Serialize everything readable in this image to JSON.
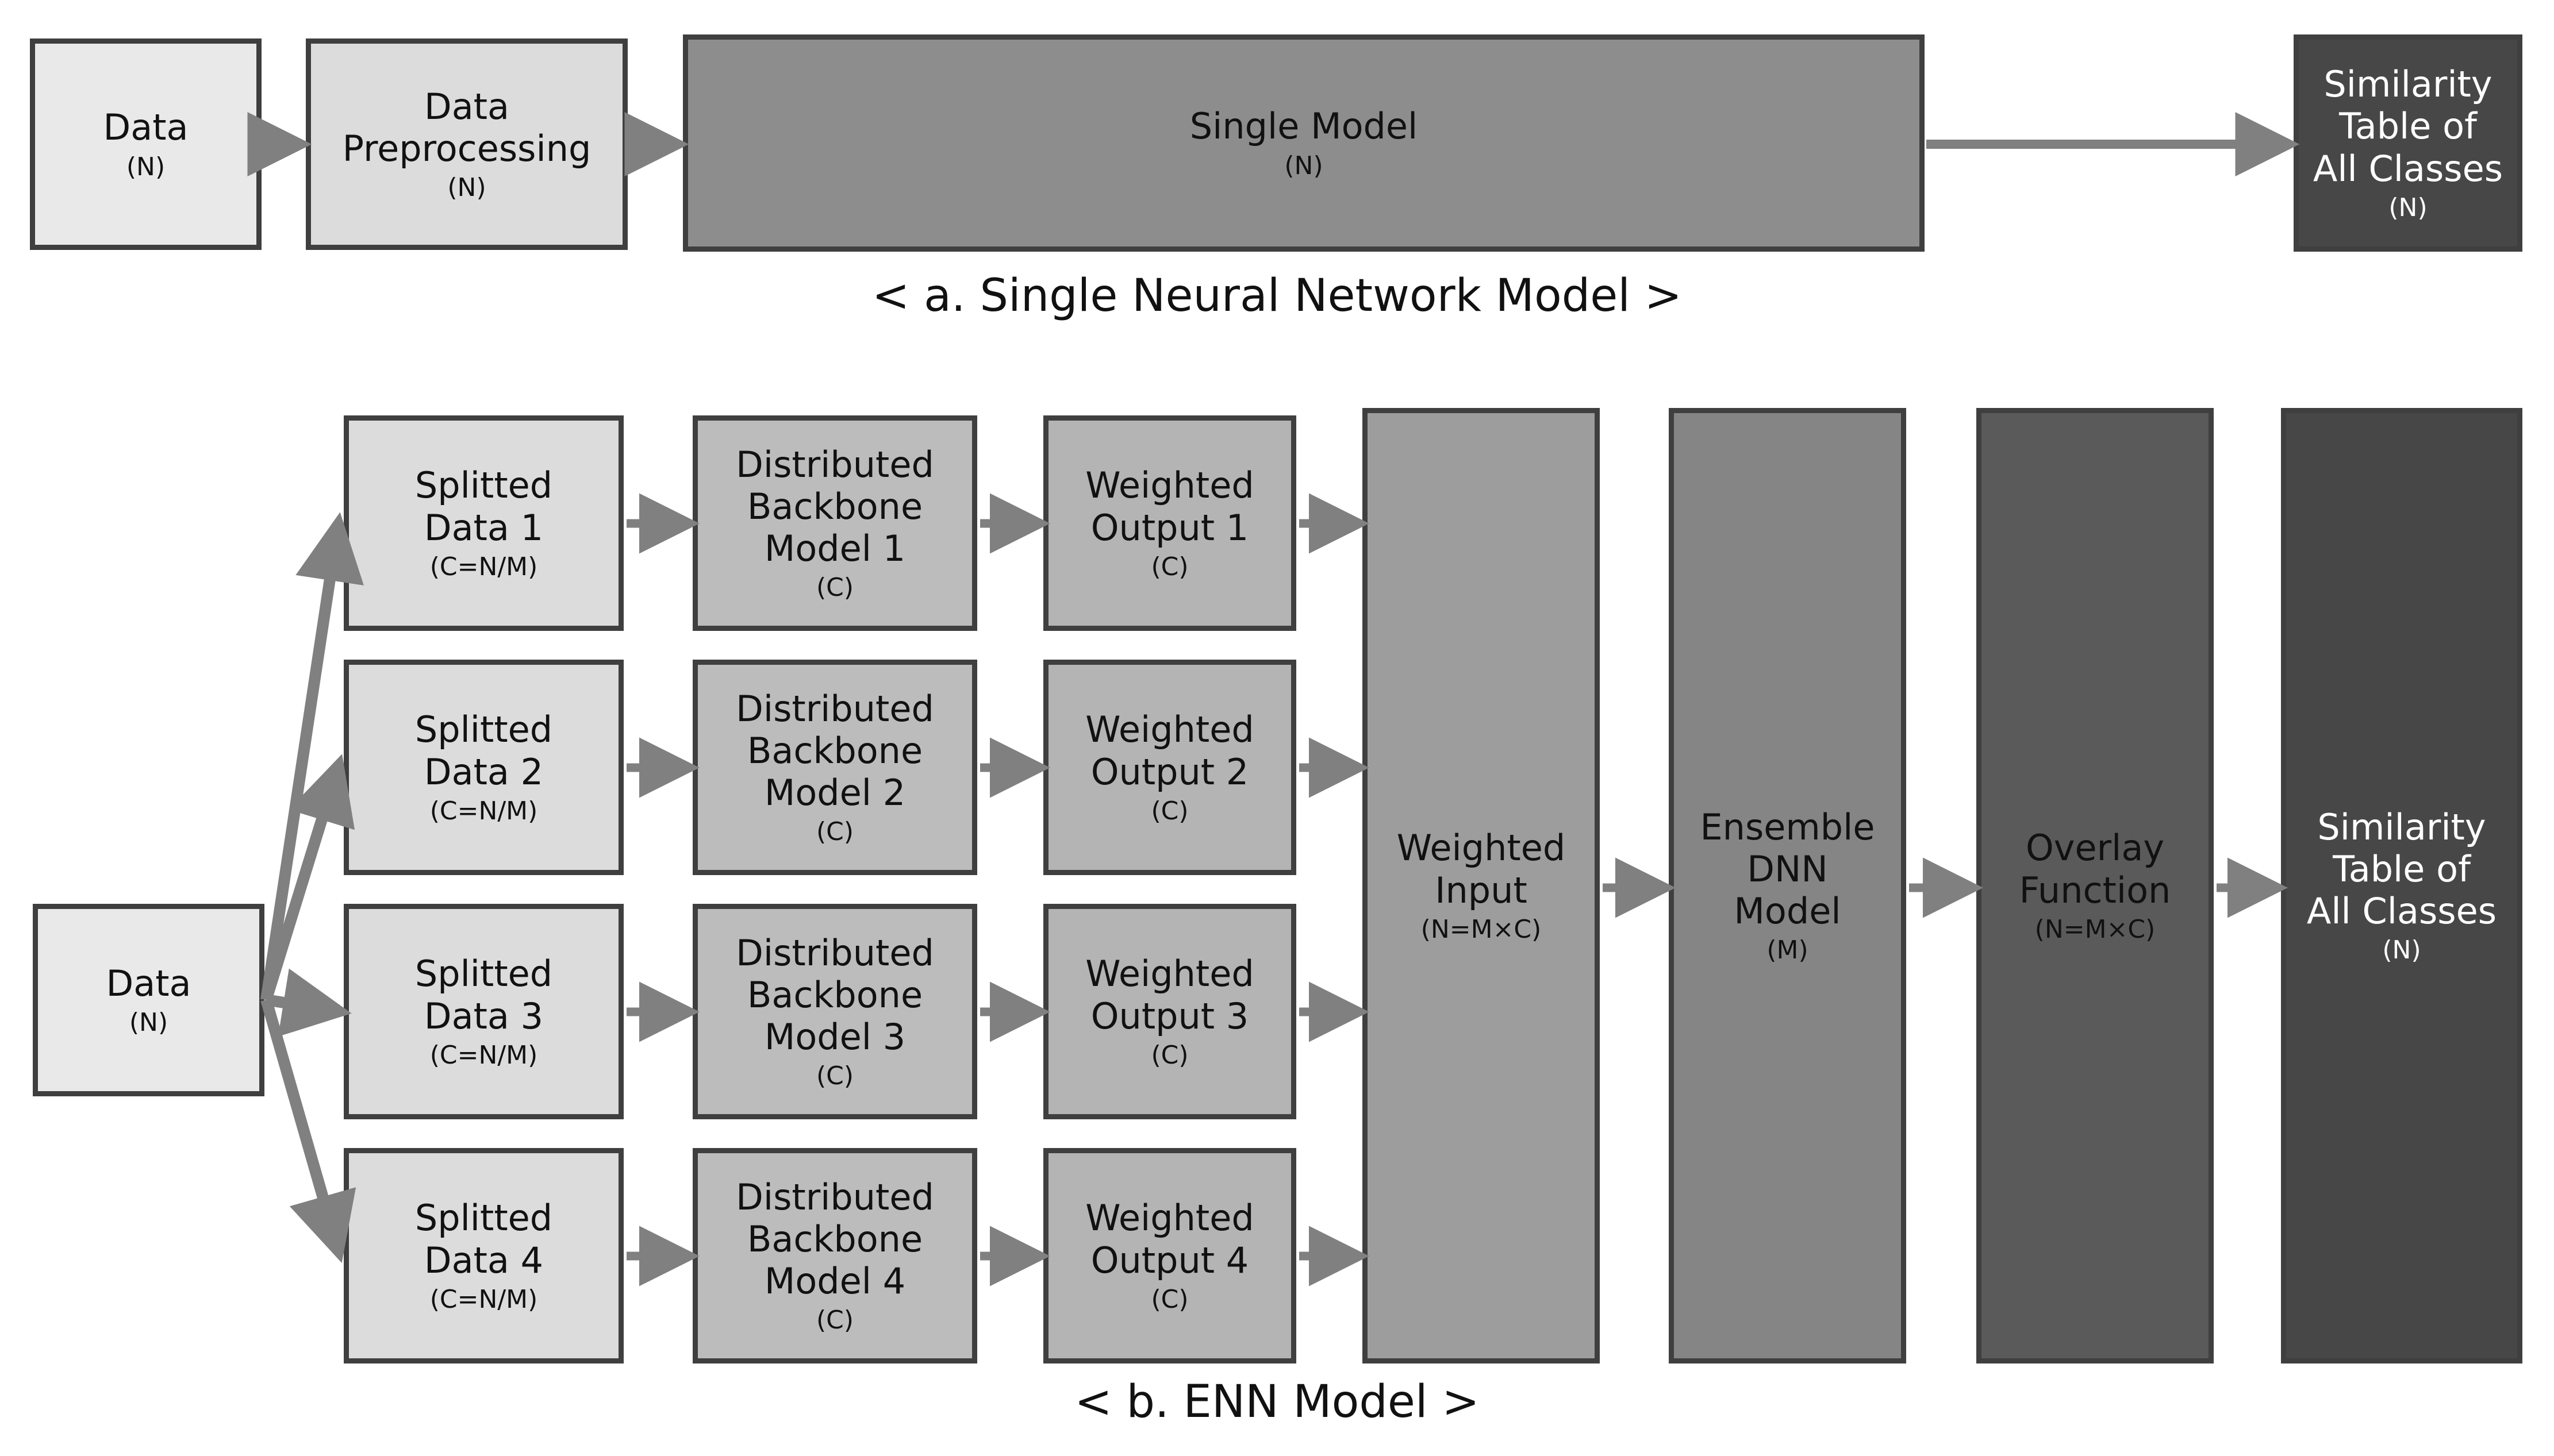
{
  "figure": {
    "type": "flow-diagram",
    "background": "#ffffff",
    "border_color": "#3f3f3f",
    "arrow_color": "#808080",
    "fills": {
      "lightest": "#e9e9e9",
      "light": "#dcdcdc",
      "medium_light": "#bcbcbc",
      "medium": "#8d8d8d",
      "medium_dark": "#808080",
      "dark": "#5a5a5a",
      "darkest": "#474747"
    }
  },
  "panel_a": {
    "caption": "< a. Single Neural Network Model >",
    "nodes": [
      {
        "id": "a-data",
        "title": "Data",
        "sub": "(N)",
        "fill": "#e9e9e9",
        "text": "dark"
      },
      {
        "id": "a-preprocess",
        "title": "Data\nPreprocessing",
        "sub": "(N)",
        "fill": "#dcdcdc",
        "text": "dark"
      },
      {
        "id": "a-single-model",
        "title": "Single Model",
        "sub": "(N)",
        "fill": "#8d8d8d",
        "text": "dark"
      },
      {
        "id": "a-similarity",
        "title": "Similarity\nTable of\nAll Classes",
        "sub": "(N)",
        "fill": "#474747",
        "text": "light"
      }
    ]
  },
  "panel_b": {
    "caption": "< b. ENN Model >",
    "source": {
      "id": "b-data",
      "title": "Data",
      "sub": "(N)",
      "fill": "#e9e9e9",
      "text": "dark"
    },
    "splitted": [
      {
        "id": "b-split-1",
        "title": "Splitted\nData 1",
        "sub": "(C=N/M)",
        "fill": "#dcdcdc",
        "text": "dark"
      },
      {
        "id": "b-split-2",
        "title": "Splitted\nData 2",
        "sub": "(C=N/M)",
        "fill": "#dcdcdc",
        "text": "dark"
      },
      {
        "id": "b-split-3",
        "title": "Splitted\nData 3",
        "sub": "(C=N/M)",
        "fill": "#dcdcdc",
        "text": "dark"
      },
      {
        "id": "b-split-4",
        "title": "Splitted\nData 4",
        "sub": "(C=N/M)",
        "fill": "#dcdcdc",
        "text": "dark"
      }
    ],
    "backbones": [
      {
        "id": "b-backbone-1",
        "title": "Distributed\nBackbone\nModel 1",
        "sub": "(C)",
        "fill": "#bcbcbc",
        "text": "dark"
      },
      {
        "id": "b-backbone-2",
        "title": "Distributed\nBackbone\nModel 2",
        "sub": "(C)",
        "fill": "#bcbcbc",
        "text": "dark"
      },
      {
        "id": "b-backbone-3",
        "title": "Distributed\nBackbone\nModel 3",
        "sub": "(C)",
        "fill": "#bcbcbc",
        "text": "dark"
      },
      {
        "id": "b-backbone-4",
        "title": "Distributed\nBackbone\nModel 4",
        "sub": "(C)",
        "fill": "#bcbcbc",
        "text": "dark"
      }
    ],
    "outputs": [
      {
        "id": "b-output-1",
        "title": "Weighted\nOutput 1",
        "sub": "(C)",
        "fill": "#b4b4b4",
        "text": "dark"
      },
      {
        "id": "b-output-2",
        "title": "Weighted\nOutput 2",
        "sub": "(C)",
        "fill": "#b4b4b4",
        "text": "dark"
      },
      {
        "id": "b-output-3",
        "title": "Weighted\nOutput 3",
        "sub": "(C)",
        "fill": "#b4b4b4",
        "text": "dark"
      },
      {
        "id": "b-output-4",
        "title": "Weighted\nOutput 4",
        "sub": "(C)",
        "fill": "#b4b4b4",
        "text": "dark"
      }
    ],
    "columns": [
      {
        "id": "b-weighted-input",
        "title": "Weighted\nInput",
        "sub": "(N=M×C)",
        "fill": "#9d9d9d",
        "text": "dark"
      },
      {
        "id": "b-ensemble",
        "title": "Ensemble\nDNN\nModel",
        "sub": "(M)",
        "fill": "#858585",
        "text": "dark"
      },
      {
        "id": "b-overlay",
        "title": "Overlay\nFunction",
        "sub": "(N=M×C)",
        "fill": "#5a5a5a",
        "text": "dark"
      },
      {
        "id": "b-similarity",
        "title": "Similarity\nTable of\nAll Classes",
        "sub": "(N)",
        "fill": "#474747",
        "text": "light"
      }
    ]
  }
}
